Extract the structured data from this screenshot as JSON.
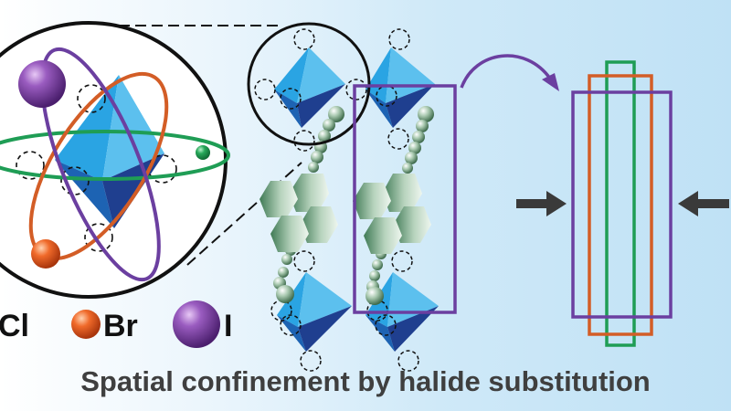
{
  "legend": [
    {
      "label": "Cl",
      "color": "#1f9d55"
    },
    {
      "label": "Br",
      "color": "#e8541f"
    },
    {
      "label": "I",
      "color": "#7b3aa0"
    }
  ],
  "caption": "Spatial confinement by halide substitution",
  "colors": {
    "octahedron_light": "#37a6dc",
    "octahedron_dark": "#1f3f8f",
    "orbit_cl": "#1f9d55",
    "orbit_br": "#d35d26",
    "orbit_i": "#6b3fa0",
    "organic_ligand": "#8fb89a",
    "arrow": "#3a3a3a",
    "background_right": "#bfe1f5"
  },
  "icons": [
    "octahedron",
    "halide-sphere",
    "organic-spacer",
    "compression-arrow",
    "curved-arrow"
  ]
}
